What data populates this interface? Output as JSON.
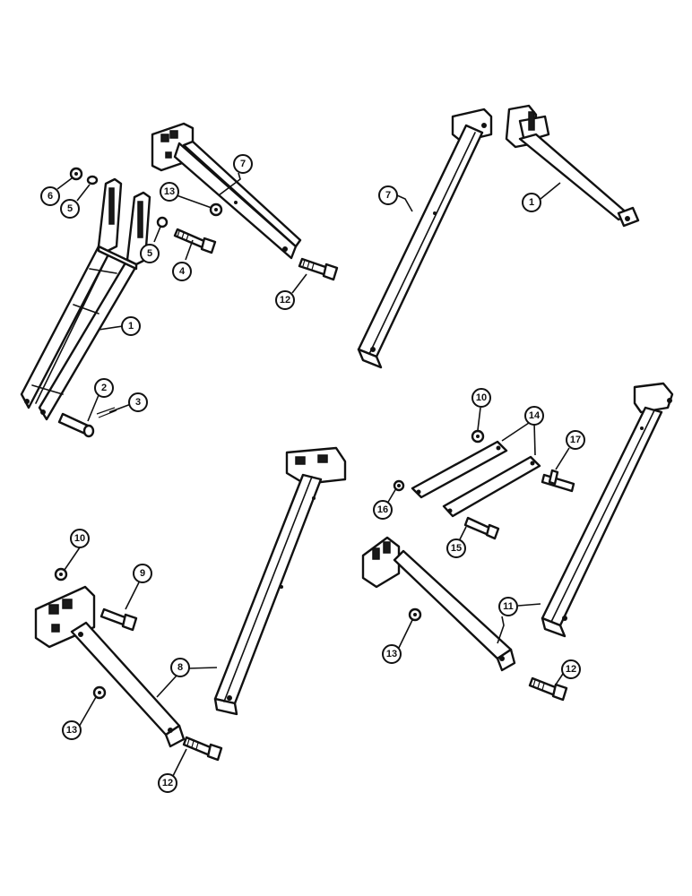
{
  "callouts": [
    {
      "id": "c6a",
      "label": "6"
    },
    {
      "id": "c5a",
      "label": "5"
    },
    {
      "id": "c13a",
      "label": "13"
    },
    {
      "id": "c7a",
      "label": "7"
    },
    {
      "id": "c5b",
      "label": "5"
    },
    {
      "id": "c4",
      "label": "4"
    },
    {
      "id": "c1a",
      "label": "1"
    },
    {
      "id": "c12a",
      "label": "12"
    },
    {
      "id": "c2",
      "label": "2"
    },
    {
      "id": "c3",
      "label": "3"
    },
    {
      "id": "c7b",
      "label": "7"
    },
    {
      "id": "c1b",
      "label": "1"
    },
    {
      "id": "c10a",
      "label": "10"
    },
    {
      "id": "c14",
      "label": "14"
    },
    {
      "id": "c17",
      "label": "17"
    },
    {
      "id": "c16",
      "label": "16"
    },
    {
      "id": "c15",
      "label": "15"
    },
    {
      "id": "c11",
      "label": "11"
    },
    {
      "id": "c13b",
      "label": "13"
    },
    {
      "id": "c12b",
      "label": "12"
    },
    {
      "id": "c10b",
      "label": "10"
    },
    {
      "id": "c9",
      "label": "9"
    },
    {
      "id": "c8",
      "label": "8"
    },
    {
      "id": "c13c",
      "label": "13"
    },
    {
      "id": "c12c",
      "label": "12"
    }
  ]
}
